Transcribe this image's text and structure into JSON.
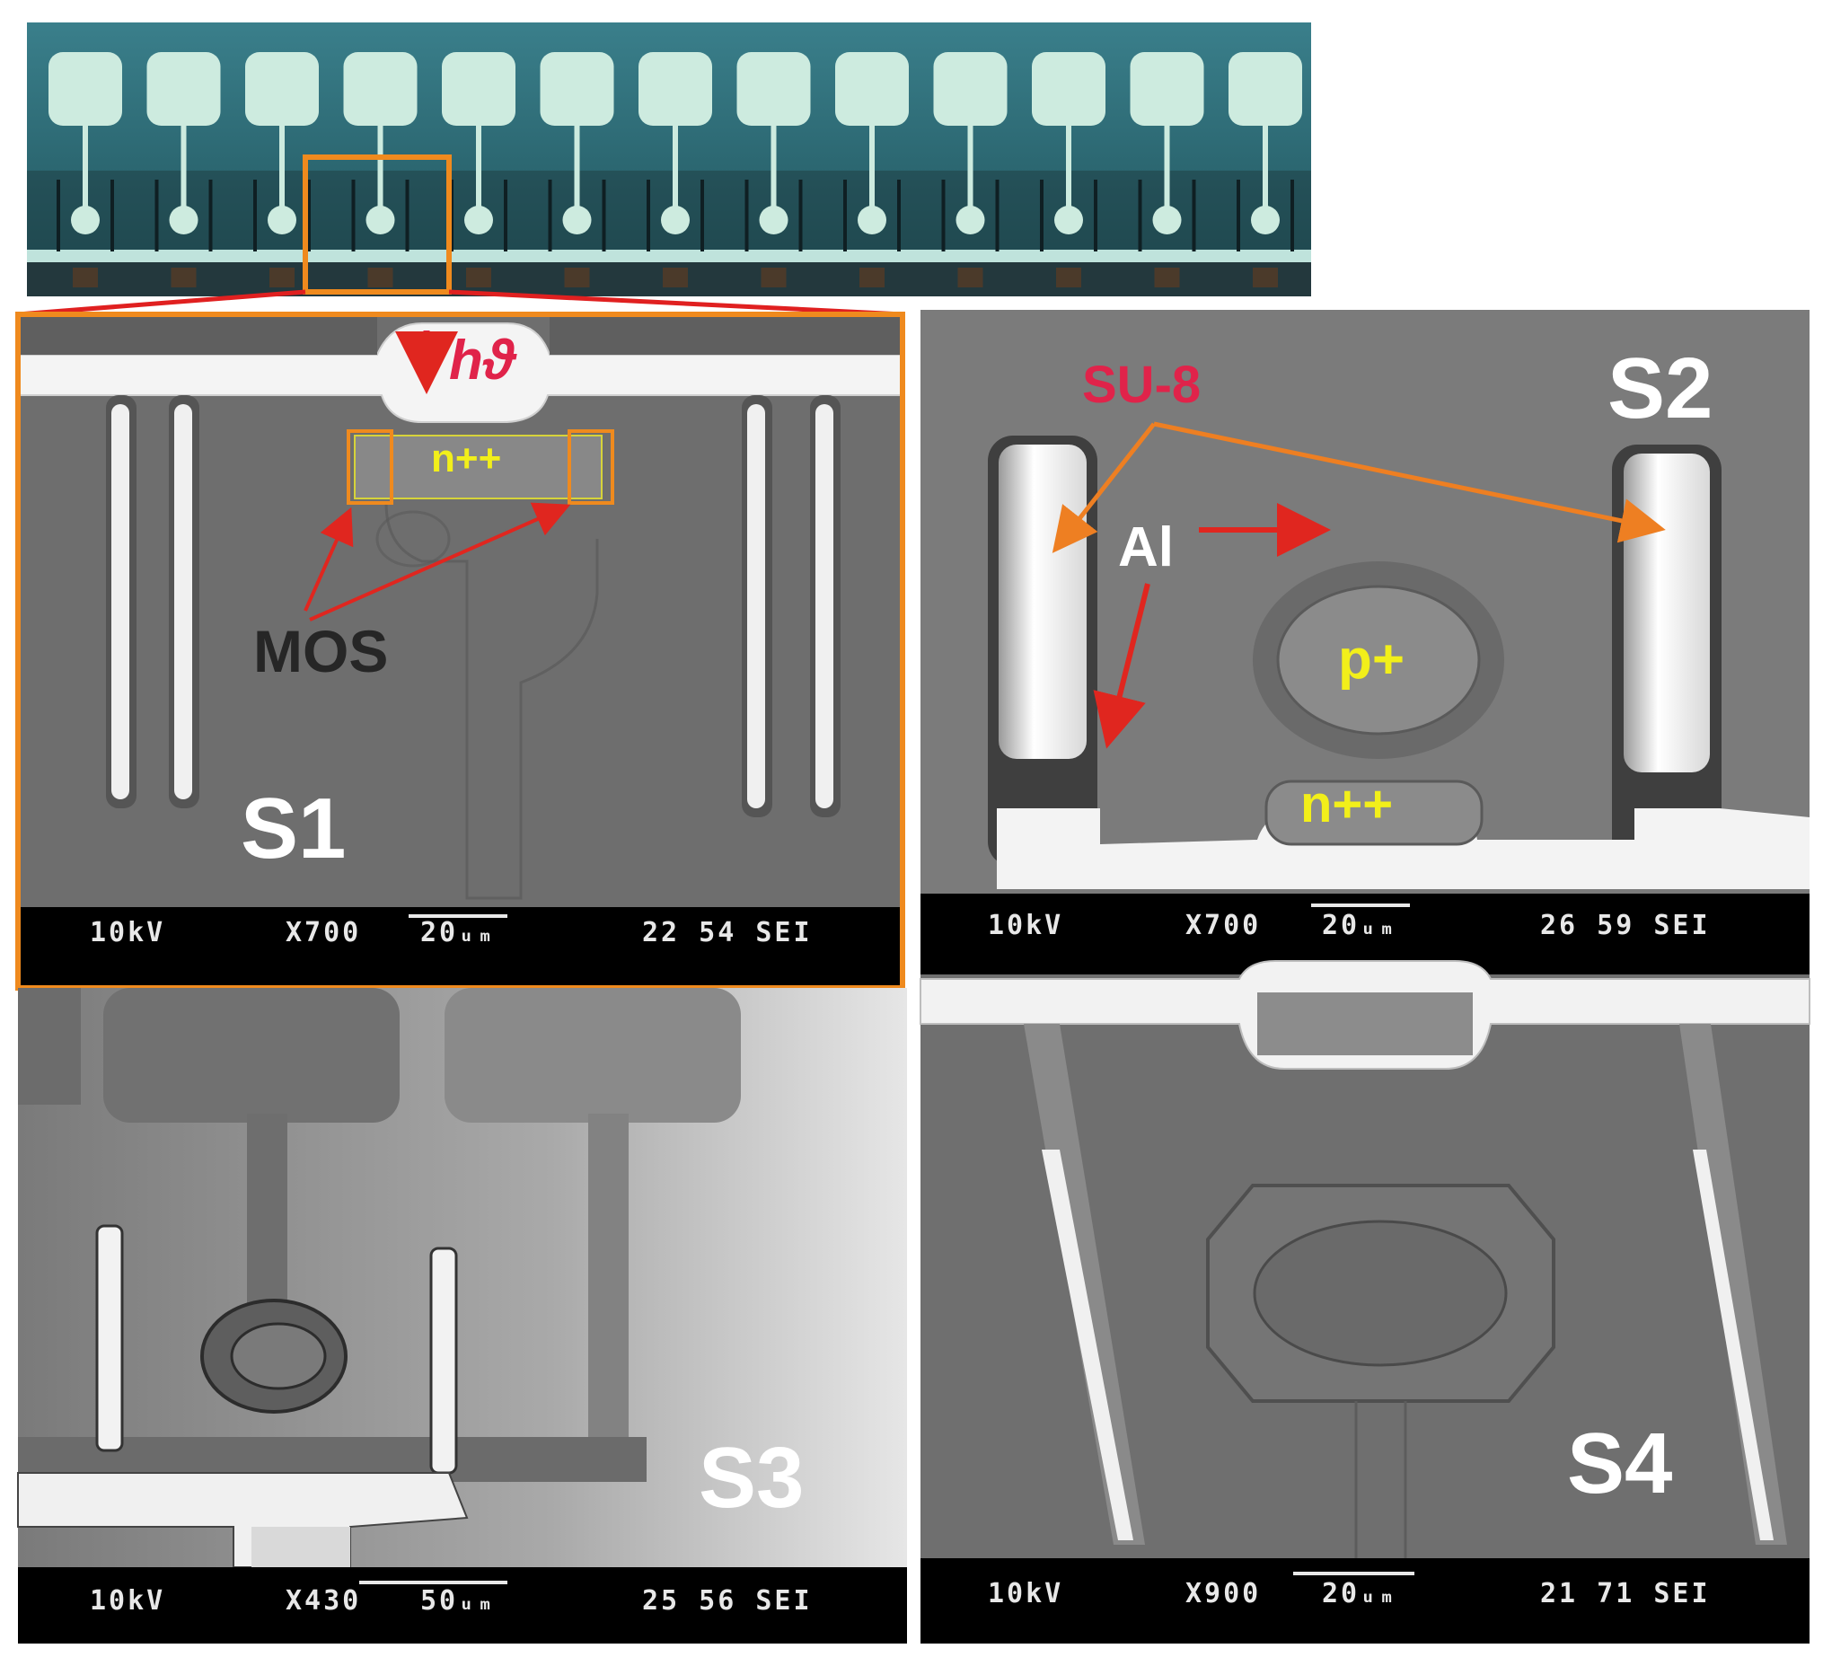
{
  "panels": {
    "s1": {
      "label": "S1",
      "tags": {
        "hv": "hϑ",
        "n": "n++",
        "mos": "MOS"
      },
      "sem": {
        "kv": "10kV",
        "mag": "X700",
        "scale": "20ᵤₘ",
        "id": "22 54 SEI"
      }
    },
    "s2": {
      "label": "S2",
      "tags": {
        "su8": "SU-8",
        "al": "Al",
        "p": "p+",
        "n": "n++"
      },
      "sem": {
        "kv": "10kV",
        "mag": "X700",
        "scale": "20ᵤₘ",
        "id": "26 59 SEI"
      }
    },
    "s3": {
      "label": "S3",
      "sem": {
        "kv": "10kV",
        "mag": "X430",
        "scale": "50ᵤₘ",
        "id": "25 56 SEI"
      }
    },
    "s4": {
      "label": "S4",
      "sem": {
        "kv": "10kV",
        "mag": "X900",
        "scale": "20ᵤₘ",
        "id": "21 71 SEI"
      }
    }
  },
  "colors": {
    "label_white": "#ffffff",
    "tag_yellow": "#f2ef1a",
    "tag_red": "#e0234a",
    "arrow_red": "#e0261f",
    "arrow_orange": "#ee7f22",
    "highlight_orange": "#ef8a1e",
    "mos_text": "#262626",
    "strip_bg": "#2f6d78",
    "pad_color": "#cdebdf"
  }
}
